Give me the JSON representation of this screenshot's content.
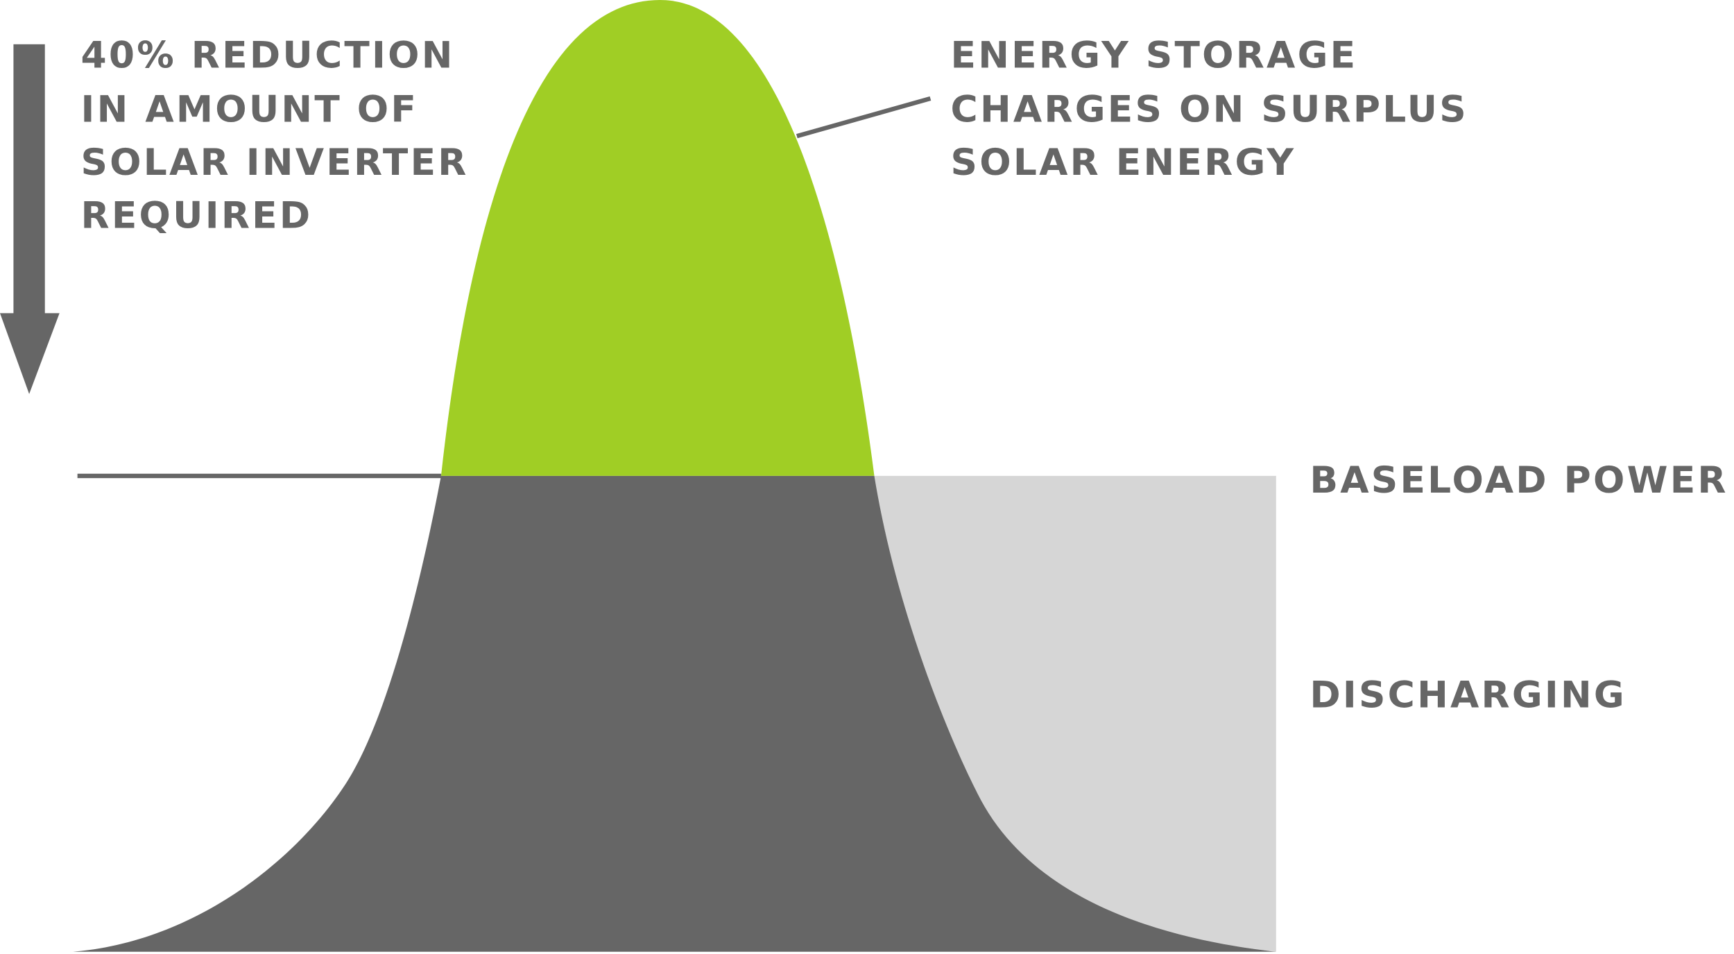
{
  "colors": {
    "solar_surplus": "#a0ce25",
    "solar_used": "#666666",
    "discharging": "#d6d6d6",
    "text": "#666666"
  },
  "annotations": {
    "reduction": [
      "40% REDUCTION",
      "IN AMOUNT OF",
      "SOLAR INVERTER",
      "REQUIRED"
    ],
    "storage": [
      "ENERGY STORAGE",
      "CHARGES ON SURPLUS",
      "SOLAR ENERGY"
    ],
    "baseload": "BASELOAD POWER",
    "discharging": "DISCHARGING"
  }
}
